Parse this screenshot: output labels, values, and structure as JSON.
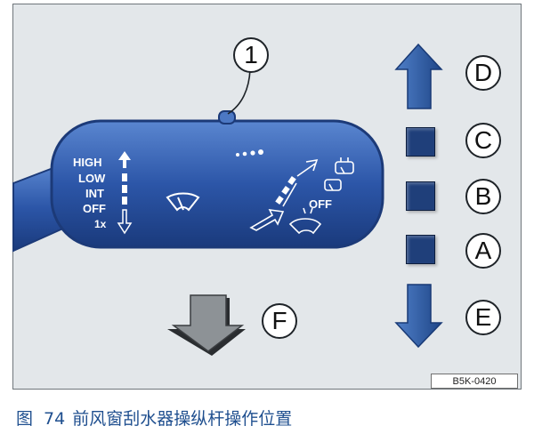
{
  "figure": {
    "callouts": {
      "lever": "1",
      "pos_d": "D",
      "pos_c": "C",
      "pos_b": "B",
      "pos_a": "A",
      "pos_e": "E",
      "pos_f": "F"
    },
    "stalk_labels": {
      "high": "HIGH",
      "low": "LOW",
      "int": "INT",
      "off": "OFF",
      "single": "1x",
      "rear_off": "OFF"
    },
    "figure_id": "B5K-0420"
  },
  "caption": {
    "prefix": "图",
    "number": "74",
    "text": "前风窗刮水器操纵杆操作位置"
  },
  "colors": {
    "stalk_blue": "#2c56a8",
    "position_box": "#1f3f7a",
    "arrow_blue": "#2f5ea6",
    "arrow_gray": "#8d9296",
    "caption_blue": "#1f4f8f"
  }
}
